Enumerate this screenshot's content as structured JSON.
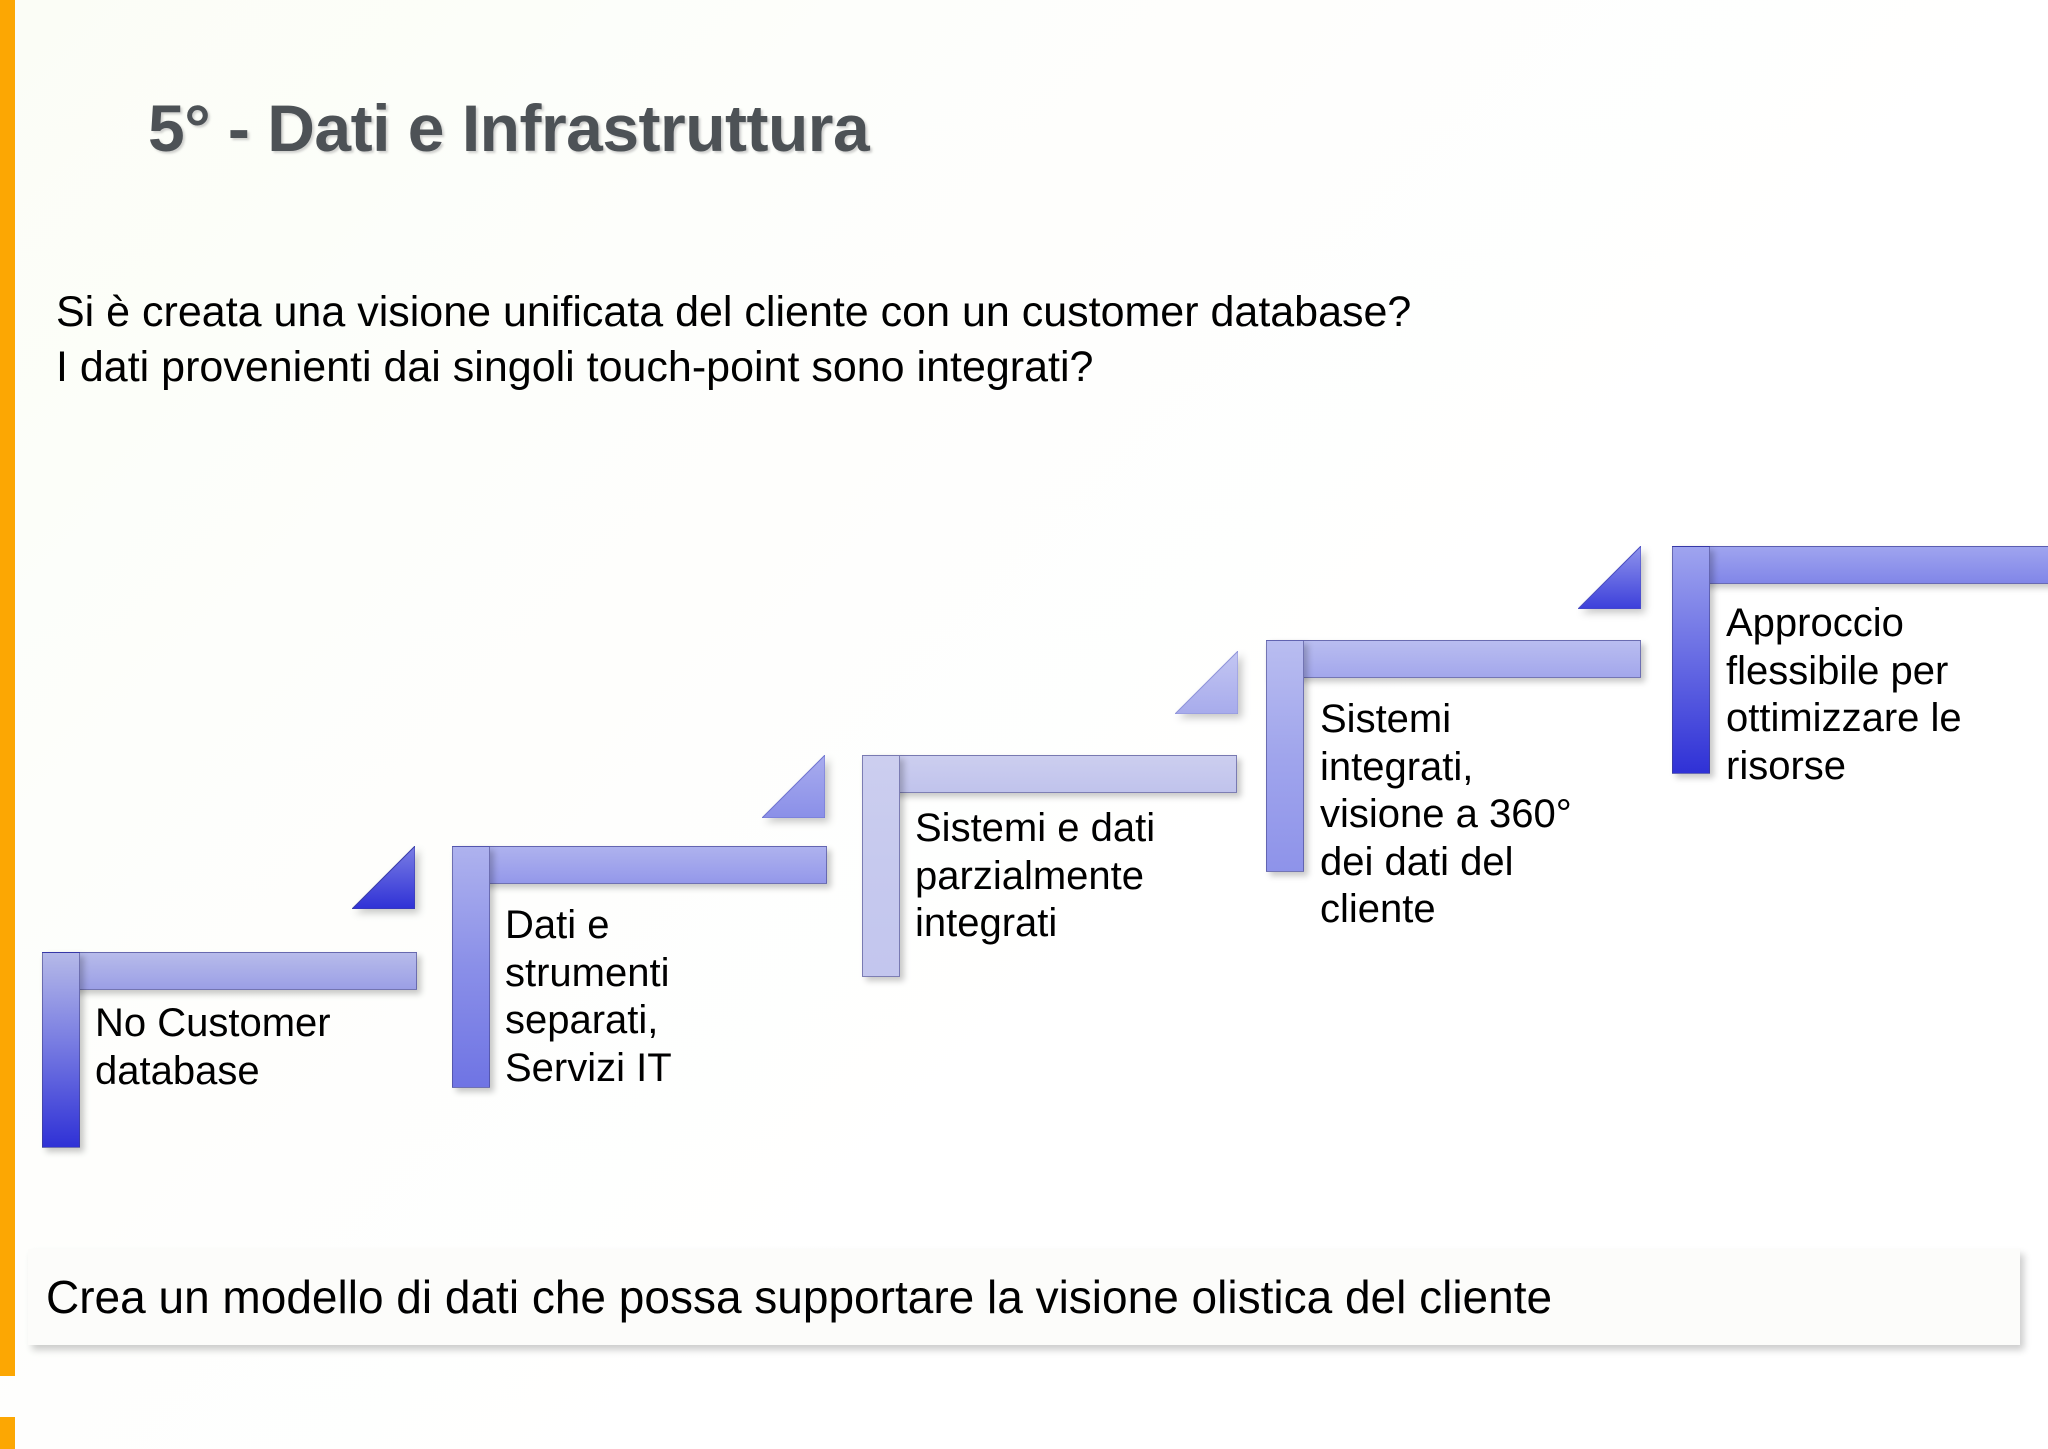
{
  "slide": {
    "title": "5° - Dati e Infrastruttura",
    "accent_color": "#fca703",
    "title_color": "#4d5256",
    "background_color": "#ffffff"
  },
  "intro": {
    "line1": "Si è creata una visione unificata del cliente con un customer database?",
    "line2": "I dati provenienti dai singoli touch-point sono integrati?"
  },
  "maturity_staircase": {
    "type": "stair-step maturity model",
    "direction": "left-to-right ascending",
    "steps": [
      {
        "index": 1,
        "label": "No Customer\ndatabase",
        "fill_top": "#b5b9e8",
        "fill_bottom": "#2f31d6",
        "has_riser_triangle": false
      },
      {
        "index": 2,
        "label": "Dati e\nstrumenti\nseparati,\nServizi IT",
        "fill_top": "#aeb2ee",
        "fill_bottom": "#6f74e4",
        "has_riser_triangle": true
      },
      {
        "index": 3,
        "label": "Sistemi e dati\nparzialmente\nintegrati",
        "fill_top": "#ccceef",
        "fill_bottom": "#c3c6ee",
        "has_riser_triangle": true
      },
      {
        "index": 4,
        "label": "Sistemi\nintegrati,\nvisione a 360°\ndei dati del\ncliente",
        "fill_top": "#b9bdf0",
        "fill_bottom": "#8e93ea",
        "has_riser_triangle": true
      },
      {
        "index": 5,
        "label": "Approccio\nflessibile per\nottimizzare le\nrisorse",
        "fill_top": "#9fa4ef",
        "fill_bottom": "#2f31d6",
        "has_riser_triangle": true
      }
    ]
  },
  "banner": {
    "text": "Crea un modello di dati che possa supportare la visione olistica del cliente"
  }
}
